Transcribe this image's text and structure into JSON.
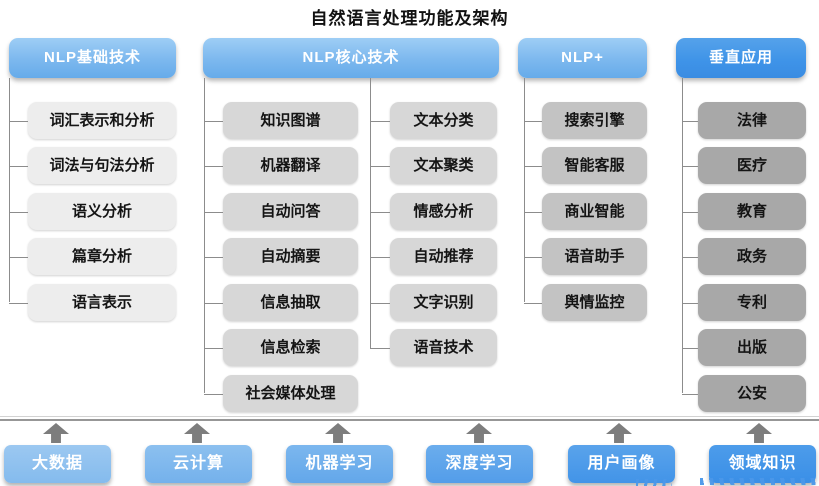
{
  "title": "自然语言处理功能及架构",
  "columns": [
    {
      "header": "NLP基础技术",
      "items": [
        "词汇表示和分析",
        "词法与句法分析",
        "语义分析",
        "篇章分析",
        "语言表示"
      ]
    },
    {
      "header": "NLP核心技术",
      "left": [
        "知识图谱",
        "机器翻译",
        "自动问答",
        "自动摘要",
        "信息抽取",
        "信息检索",
        "社会媒体处理"
      ],
      "right": [
        "文本分类",
        "文本聚类",
        "情感分析",
        "自动推荐",
        "文字识别",
        "语音技术"
      ]
    },
    {
      "header": "NLP+",
      "items": [
        "搜索引擎",
        "智能客服",
        "商业智能",
        "语音助手",
        "舆情监控"
      ]
    },
    {
      "header": "垂直应用",
      "items": [
        "法律",
        "医疗",
        "教育",
        "政务",
        "专利",
        "出版",
        "公安"
      ]
    }
  ],
  "foundation": {
    "items": [
      "大数据",
      "云计算",
      "机器学习",
      "深度学习",
      "用户画像",
      "领域知识"
    ]
  },
  "colors": {
    "header_light_blue_top": "#9ecef5",
    "header_light_blue_bottom": "#66abea",
    "header_deep_blue": "#3e93e8",
    "item_gray_column1": "#ededed",
    "item_gray_column2": "#d7d7d7",
    "item_gray_column3": "#c3c3c3",
    "item_gray_column4": "#a8a8a8",
    "foundation_blues": [
      "#84bbed",
      "#74b1ec",
      "#63a7ea",
      "#539de9",
      "#4294e8",
      "#3a8fe7"
    ],
    "connector_gray": "#8c8c8c",
    "arrow_gray": "#7d7d7d",
    "watermark_blue": "#4a97e9"
  }
}
